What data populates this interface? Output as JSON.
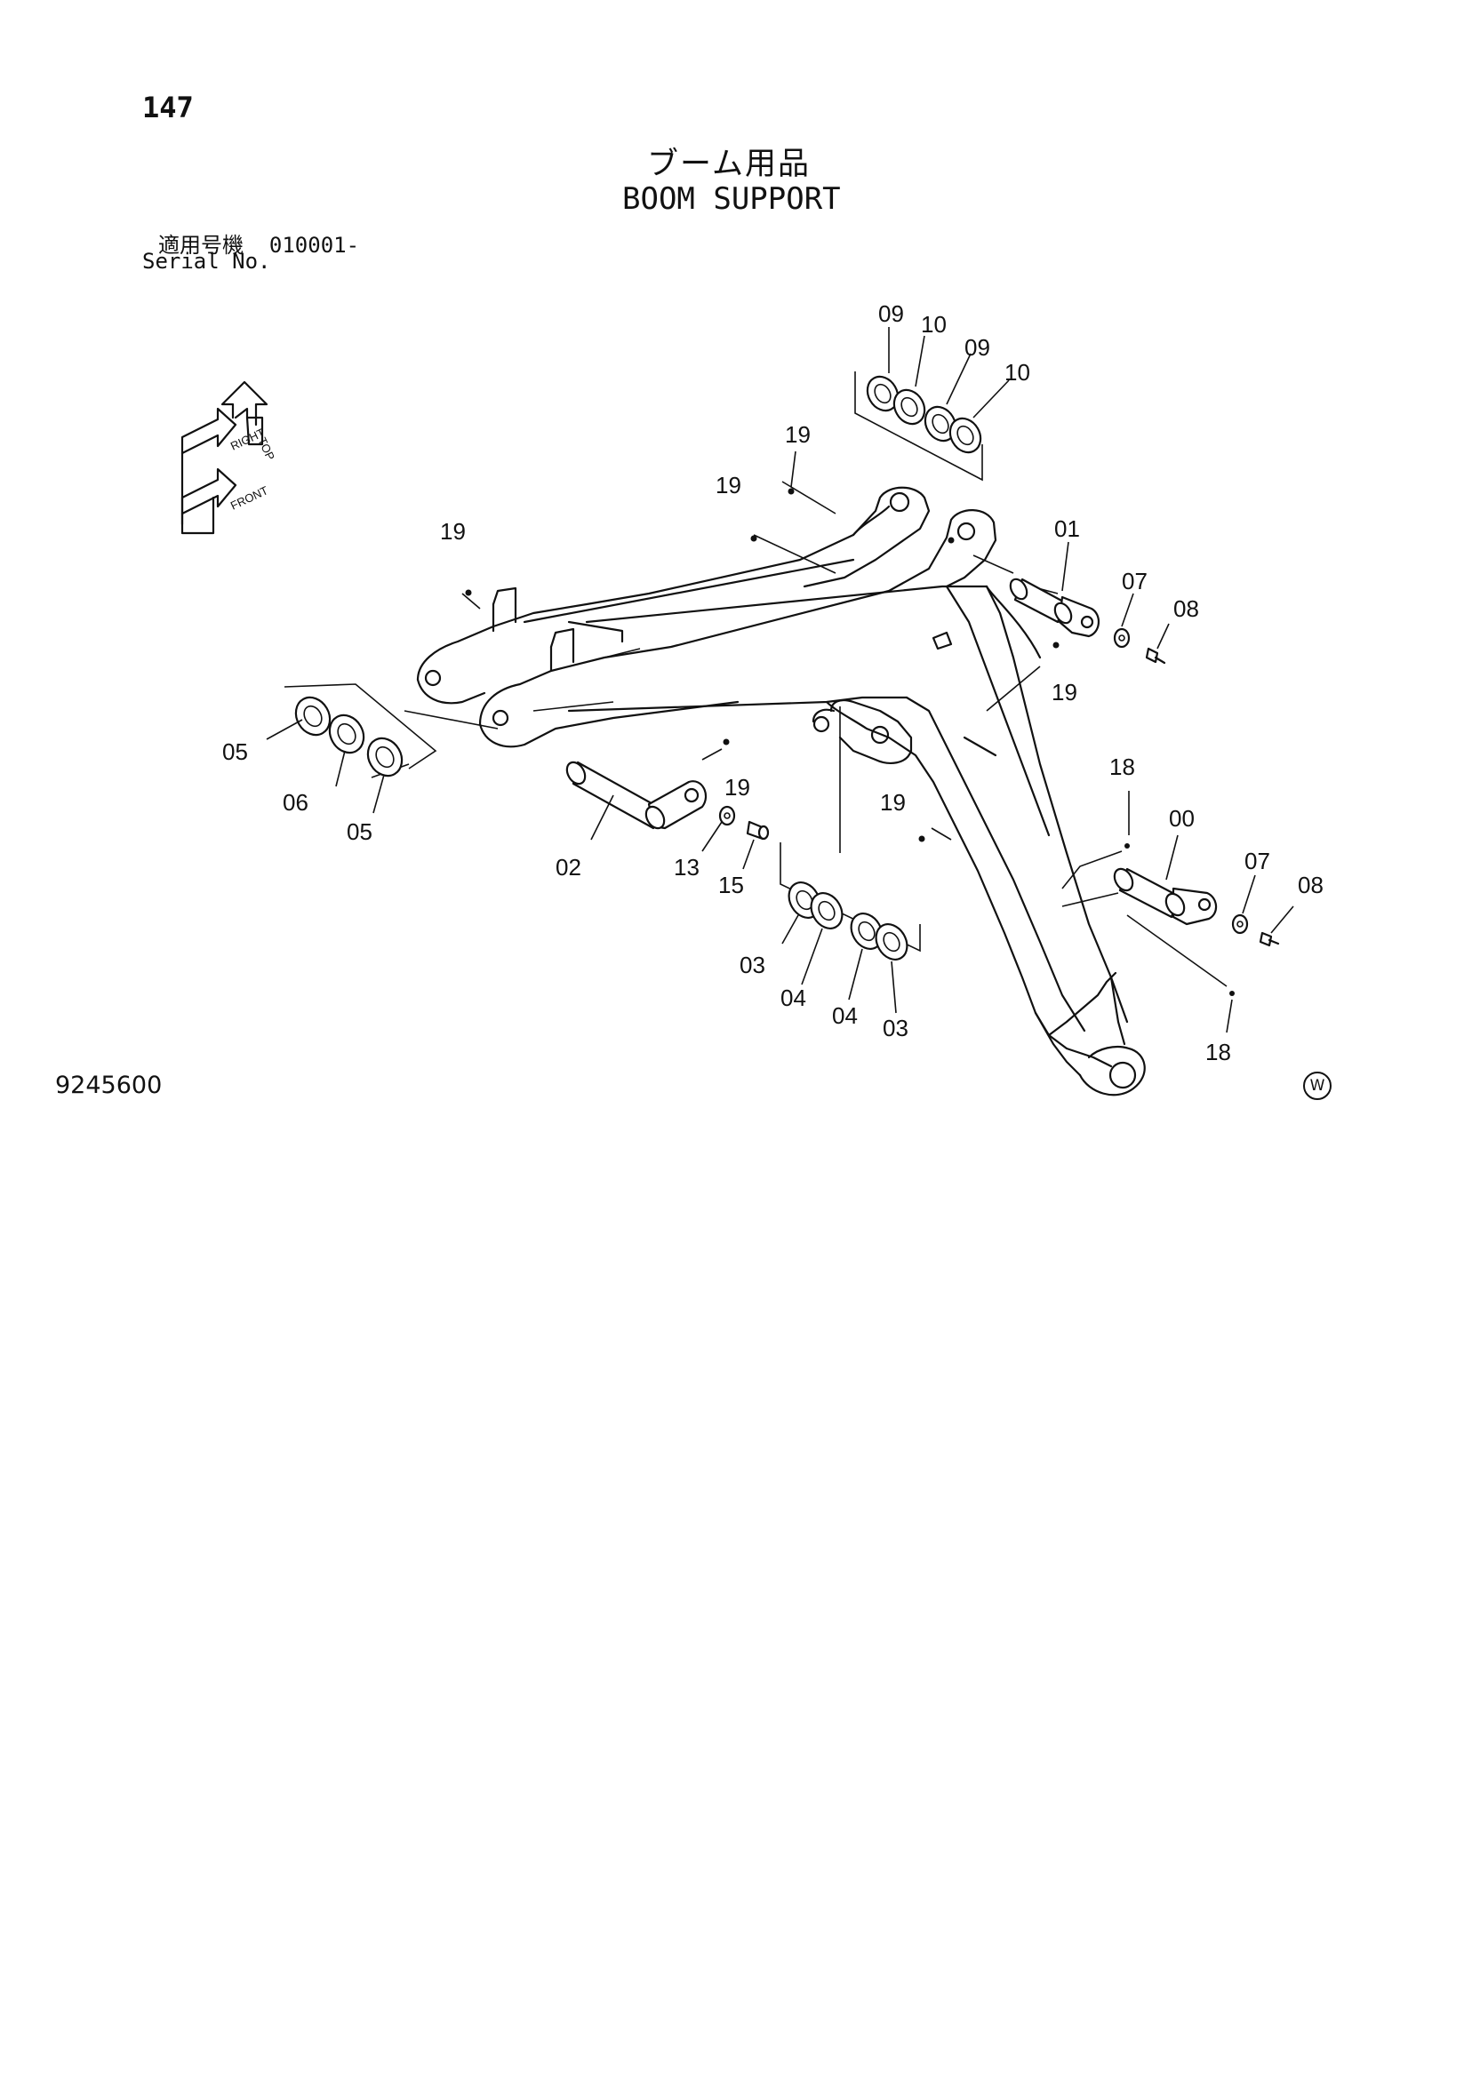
{
  "page": {
    "number": "147",
    "title_jp": "ブーム用品",
    "title_en": "BOOM SUPPORT",
    "serial_label_jp": "適用号機",
    "serial_range": "010001-",
    "serial_label_en": "Serial No.",
    "drawing_number": "9245600",
    "corner_mark": "W"
  },
  "orientation_indicator": {
    "labels": [
      "TOP",
      "RIGHT",
      "FRONT"
    ]
  },
  "callouts": [
    {
      "id": "c-09a",
      "text": "09"
    },
    {
      "id": "c-10a",
      "text": "10"
    },
    {
      "id": "c-09b",
      "text": "09"
    },
    {
      "id": "c-10b",
      "text": "10"
    },
    {
      "id": "c-19a",
      "text": "19"
    },
    {
      "id": "c-19b",
      "text": "19"
    },
    {
      "id": "c-19c",
      "text": "19"
    },
    {
      "id": "c-01",
      "text": "01"
    },
    {
      "id": "c-07a",
      "text": "07"
    },
    {
      "id": "c-08a",
      "text": "08"
    },
    {
      "id": "c-19d",
      "text": "19"
    },
    {
      "id": "c-05a",
      "text": "05"
    },
    {
      "id": "c-06",
      "text": "06"
    },
    {
      "id": "c-05b",
      "text": "05"
    },
    {
      "id": "c-19e",
      "text": "19"
    },
    {
      "id": "c-02",
      "text": "02"
    },
    {
      "id": "c-13",
      "text": "13"
    },
    {
      "id": "c-15",
      "text": "15"
    },
    {
      "id": "c-19f",
      "text": "19"
    },
    {
      "id": "c-18a",
      "text": "18"
    },
    {
      "id": "c-00",
      "text": "00"
    },
    {
      "id": "c-07b",
      "text": "07"
    },
    {
      "id": "c-08b",
      "text": "08"
    },
    {
      "id": "c-03a",
      "text": "03"
    },
    {
      "id": "c-04a",
      "text": "04"
    },
    {
      "id": "c-04b",
      "text": "04"
    },
    {
      "id": "c-03b",
      "text": "03"
    },
    {
      "id": "c-18b",
      "text": "18"
    }
  ]
}
